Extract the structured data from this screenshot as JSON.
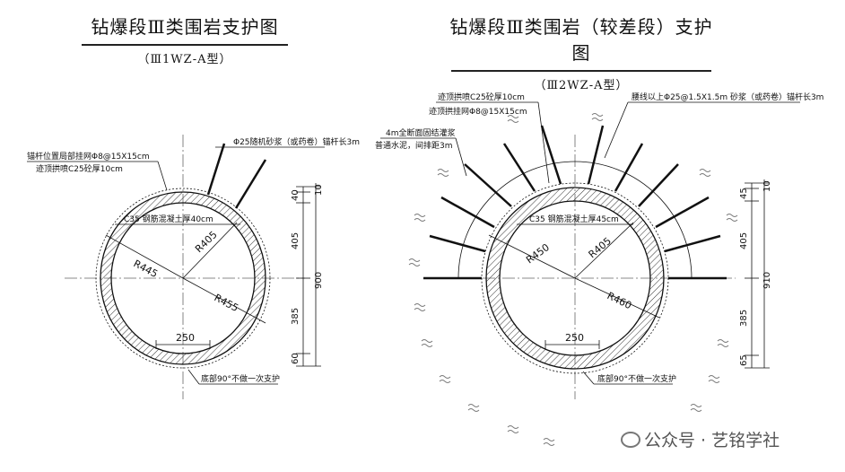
{
  "left": {
    "title": "钻爆段Ⅲ类围岩支护图",
    "subtitle": "（Ⅲ1WZ-A型）",
    "ann_grout_net": "锚杆位置局部挂网Φ8@15X15cm",
    "ann_shotcrete": "迹顶拱喷C25砼厚10cm",
    "ann_bolt": "Φ25随机砂浆（或药卷）锚杆长3m",
    "ann_lining": "C35 钢筋混凝土厚40cm",
    "r_outer": "R445",
    "r_inner": "R405",
    "r_excav": "R455",
    "dim_250": "250",
    "bottom_note": "底部90°不做一次支护",
    "dims": [
      "10",
      "40",
      "405",
      "900",
      "385",
      "60"
    ]
  },
  "right": {
    "title": "钻爆段Ⅲ类围岩（较差段）支护图",
    "subtitle": "（Ⅲ2WZ-A型）",
    "ann_shotcrete": "迹顶拱喷C25砼厚10cm",
    "ann_net": "迹顶拱挂网Φ8@15X15cm",
    "ann_grout1": "4m全断面固结灌浆",
    "ann_grout2": "普通水泥，间排距3m",
    "ann_bolt": "腰线以上Φ25@1.5X1.5m 砂浆（或药卷）锚杆长3m",
    "ann_lining": "C35 钢筋混凝土厚45cm",
    "r_outer": "R450",
    "r_inner": "R405",
    "r_excav": "R460",
    "dim_250": "250",
    "bottom_note": "底部90°不做一次支护",
    "dims": [
      "10",
      "45",
      "405",
      "910",
      "385",
      "65"
    ]
  },
  "watermark": "公众号 · 艺铭学社"
}
